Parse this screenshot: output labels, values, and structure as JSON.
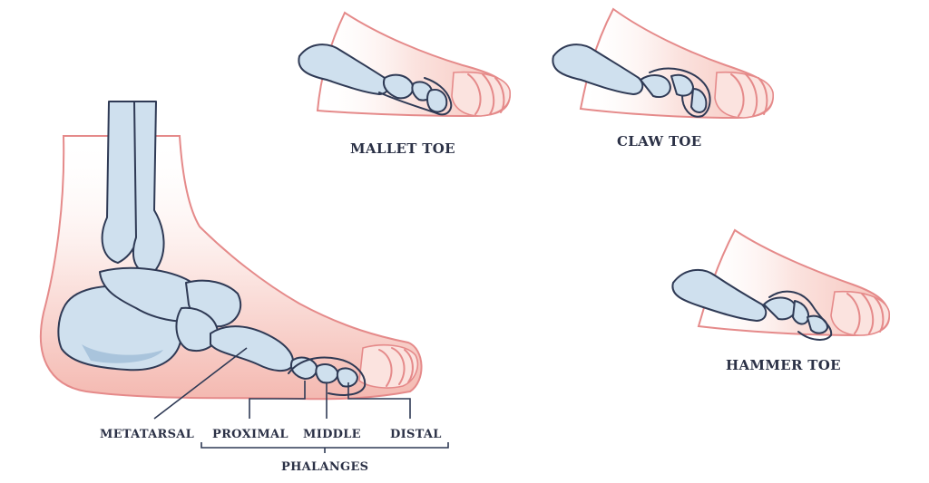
{
  "variants": {
    "mallet": "MALLET TOE",
    "claw": "CLAW TOE",
    "hammer": "HAMMER TOE"
  },
  "anatomy": {
    "metatarsal": "METATARSAL",
    "proximal": "PROXIMAL",
    "middle": "MIDDLE",
    "distal": "DISTAL",
    "phalanges": "PHALANGES"
  },
  "colors": {
    "skin": "#f7c9c2",
    "skin_outline": "#e58a8a",
    "bone": "#cfe0ee",
    "bone_outline": "#2f3a55",
    "text": "#2b3146"
  }
}
